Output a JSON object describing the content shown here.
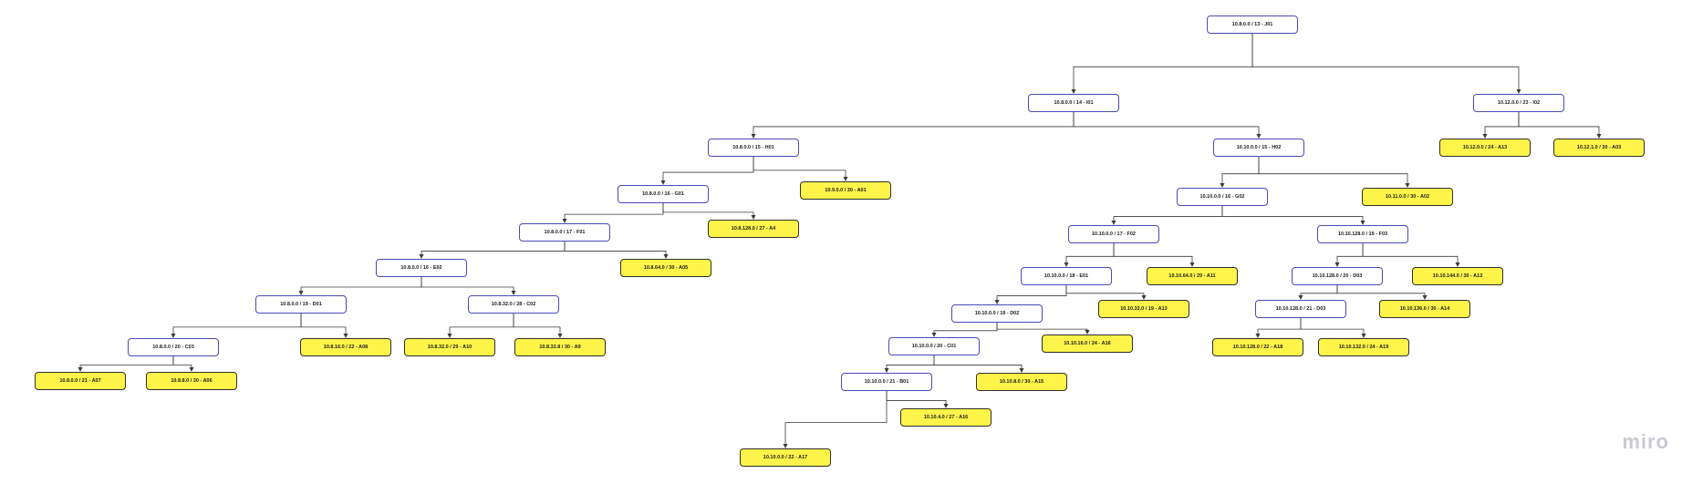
{
  "brand": {
    "logo_text": "miro"
  },
  "colors": {
    "subnet_border": "#4a4ab8",
    "allocation_fill": "#fff449",
    "edge": "#3a3a3a"
  },
  "nodes": [
    {
      "id": "J01",
      "label": "10.8.0.0 / 13 - J01",
      "kind": "subnet"
    },
    {
      "id": "I01",
      "label": "10.8.0.0 / 14 - I01",
      "kind": "subnet"
    },
    {
      "id": "I02",
      "label": "10.12.0.0 / 23 - I02",
      "kind": "subnet"
    },
    {
      "id": "A13",
      "label": "10.12.0.0 / 24 - A13",
      "kind": "alloc"
    },
    {
      "id": "A03",
      "label": "10.12.1.0 / 30 - A03",
      "kind": "alloc"
    },
    {
      "id": "H01",
      "label": "10.8.0.0 / 15 - H01",
      "kind": "subnet"
    },
    {
      "id": "H02",
      "label": "10.10.0.0 / 15 - H02",
      "kind": "subnet"
    },
    {
      "id": "G01",
      "label": "10.8.0.0 / 16 - G01",
      "kind": "subnet"
    },
    {
      "id": "A01",
      "label": "10.9.0.0 / 30 - A01",
      "kind": "alloc"
    },
    {
      "id": "F01",
      "label": "10.8.0.0 / 17 - F01",
      "kind": "subnet"
    },
    {
      "id": "A4",
      "label": "10.8.128.0 / 27 - A4",
      "kind": "alloc"
    },
    {
      "id": "E02",
      "label": "10.8.0.0 / 16 - E02",
      "kind": "subnet"
    },
    {
      "id": "A05",
      "label": "10.8.64.0 / 30 - A05",
      "kind": "alloc"
    },
    {
      "id": "D01",
      "label": "10.8.0.0 / 19 - D01",
      "kind": "subnet"
    },
    {
      "id": "C02",
      "label": "10.8.32.0 / 28 - C02",
      "kind": "subnet"
    },
    {
      "id": "C03",
      "label": "10.8.0.0 / 20 - C03",
      "kind": "subnet"
    },
    {
      "id": "A08",
      "label": "10.8.16.0 / 22 - A08",
      "kind": "alloc"
    },
    {
      "id": "A10",
      "label": "10.8.32.0 / 29 - A10",
      "kind": "alloc"
    },
    {
      "id": "A9",
      "label": "10.8.32.8 / 30 - A9",
      "kind": "alloc"
    },
    {
      "id": "A07",
      "label": "10.8.0.0 / 21 - A07",
      "kind": "alloc"
    },
    {
      "id": "A06",
      "label": "10.8.8.0 / 30 - A06",
      "kind": "alloc"
    },
    {
      "id": "G02",
      "label": "10.10.0.0 / 16 - G02",
      "kind": "subnet"
    },
    {
      "id": "A02",
      "label": "10.11.0.0 / 30 - A02",
      "kind": "alloc"
    },
    {
      "id": "F02",
      "label": "10.10.0.0 / 17 - F02",
      "kind": "subnet"
    },
    {
      "id": "F03",
      "label": "10.10.128.0 / 19 - F03",
      "kind": "subnet"
    },
    {
      "id": "E01",
      "label": "10.10.0.0 / 18 - E01",
      "kind": "subnet"
    },
    {
      "id": "A11",
      "label": "10.10.64.0 / 29 - A11",
      "kind": "alloc"
    },
    {
      "id": "D02",
      "label": "10.10.0.0 / 19 - D02",
      "kind": "subnet"
    },
    {
      "id": "A13b",
      "label": "10.10.32.0 / 19 - A13",
      "kind": "alloc"
    },
    {
      "id": "C01",
      "label": "10.10.0.0 / 20 - C01",
      "kind": "subnet"
    },
    {
      "id": "A16b",
      "label": "10.10.16.0 / 24 - A16",
      "kind": "alloc"
    },
    {
      "id": "B01",
      "label": "10.10.0.0 / 21 - B01",
      "kind": "subnet"
    },
    {
      "id": "A15",
      "label": "10.10.8.0 / 30 - A15",
      "kind": "alloc"
    },
    {
      "id": "A16",
      "label": "10.10.4.0 / 27 - A16",
      "kind": "alloc"
    },
    {
      "id": "A17",
      "label": "10.10.0.0 / 22 - A17",
      "kind": "alloc"
    },
    {
      "id": "D03",
      "label": "10.10.128.0 / 20 - D03",
      "kind": "subnet"
    },
    {
      "id": "A12",
      "label": "10.10.144.0 / 30 - A12",
      "kind": "alloc"
    },
    {
      "id": "D03b",
      "label": "10.10.128.0 / 21 - D03",
      "kind": "subnet"
    },
    {
      "id": "A14",
      "label": "10.10.136.0 / 30 - A14",
      "kind": "alloc"
    },
    {
      "id": "A18",
      "label": "10.10.128.0 / 22 - A18",
      "kind": "alloc"
    },
    {
      "id": "A19",
      "label": "10.10.132.0 / 24 - A19",
      "kind": "alloc"
    }
  ],
  "edges": [
    [
      "J01",
      "I01"
    ],
    [
      "J01",
      "I02"
    ],
    [
      "I02",
      "A13"
    ],
    [
      "I02",
      "A03"
    ],
    [
      "I01",
      "H01"
    ],
    [
      "I01",
      "H02"
    ],
    [
      "H01",
      "G01"
    ],
    [
      "H01",
      "A01"
    ],
    [
      "G01",
      "F01"
    ],
    [
      "G01",
      "A4"
    ],
    [
      "F01",
      "E02"
    ],
    [
      "F01",
      "A05"
    ],
    [
      "E02",
      "D01"
    ],
    [
      "E02",
      "C02"
    ],
    [
      "D01",
      "C03"
    ],
    [
      "D01",
      "A08"
    ],
    [
      "C02",
      "A10"
    ],
    [
      "C02",
      "A9"
    ],
    [
      "C03",
      "A07"
    ],
    [
      "C03",
      "A06"
    ],
    [
      "H02",
      "G02"
    ],
    [
      "H02",
      "A02"
    ],
    [
      "G02",
      "F02"
    ],
    [
      "G02",
      "F03"
    ],
    [
      "F02",
      "E01"
    ],
    [
      "F02",
      "A11"
    ],
    [
      "E01",
      "D02"
    ],
    [
      "E01",
      "A13b"
    ],
    [
      "D02",
      "C01"
    ],
    [
      "D02",
      "A16b"
    ],
    [
      "C01",
      "B01"
    ],
    [
      "C01",
      "A15"
    ],
    [
      "B01",
      "A16"
    ],
    [
      "B01",
      "A17"
    ],
    [
      "F03",
      "D03"
    ],
    [
      "F03",
      "A12"
    ],
    [
      "D03",
      "D03b"
    ],
    [
      "D03",
      "A14"
    ],
    [
      "D03b",
      "A18"
    ],
    [
      "D03b",
      "A19"
    ]
  ]
}
